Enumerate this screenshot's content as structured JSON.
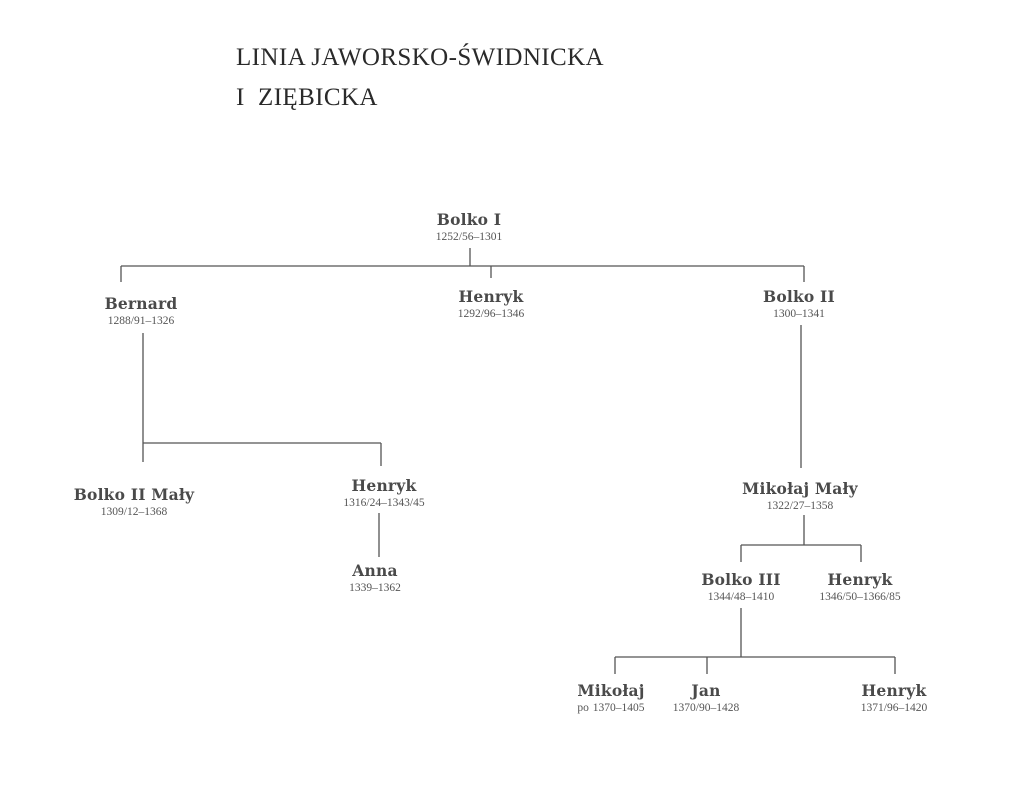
{
  "title": {
    "line1": "LINIA JAWORSKO-ŚWIDNICKA",
    "line2": "I  ZIĘBICKA"
  },
  "colors": {
    "text": "#4a4a4a",
    "line": "#555555",
    "background": "#ffffff"
  },
  "people": {
    "bolko_1": {
      "name": "Bolko I",
      "dates": "1252/56–1301"
    },
    "bernard": {
      "name": "Bernard",
      "dates": "1288/91–1326"
    },
    "henryk_1": {
      "name": "Henryk",
      "dates": "1292/96–1346"
    },
    "bolko_2": {
      "name": "Bolko II",
      "dates": "1300–1341"
    },
    "bolko_2_maly": {
      "name": "Bolko II Mały",
      "dates": "1309/12–1368"
    },
    "henryk_2": {
      "name": "Henryk",
      "dates": "1316/24–1343/45"
    },
    "anna": {
      "name": "Anna",
      "dates": "1339–1362"
    },
    "mikolaj_maly": {
      "name": "Mikołaj  Mały",
      "dates": "1322/27–1358"
    },
    "bolko_3": {
      "name": "Bolko III",
      "dates": "1344/48–1410"
    },
    "henryk_3": {
      "name": "Henryk",
      "dates": "1346/50–1366/85"
    },
    "mikolaj": {
      "name": "Mikołaj",
      "dates": "po  1370–1405"
    },
    "jan": {
      "name": "Jan",
      "dates": "1370/90–1428"
    },
    "henryk_4": {
      "name": "Henryk",
      "dates": "1371/96–1420"
    }
  }
}
